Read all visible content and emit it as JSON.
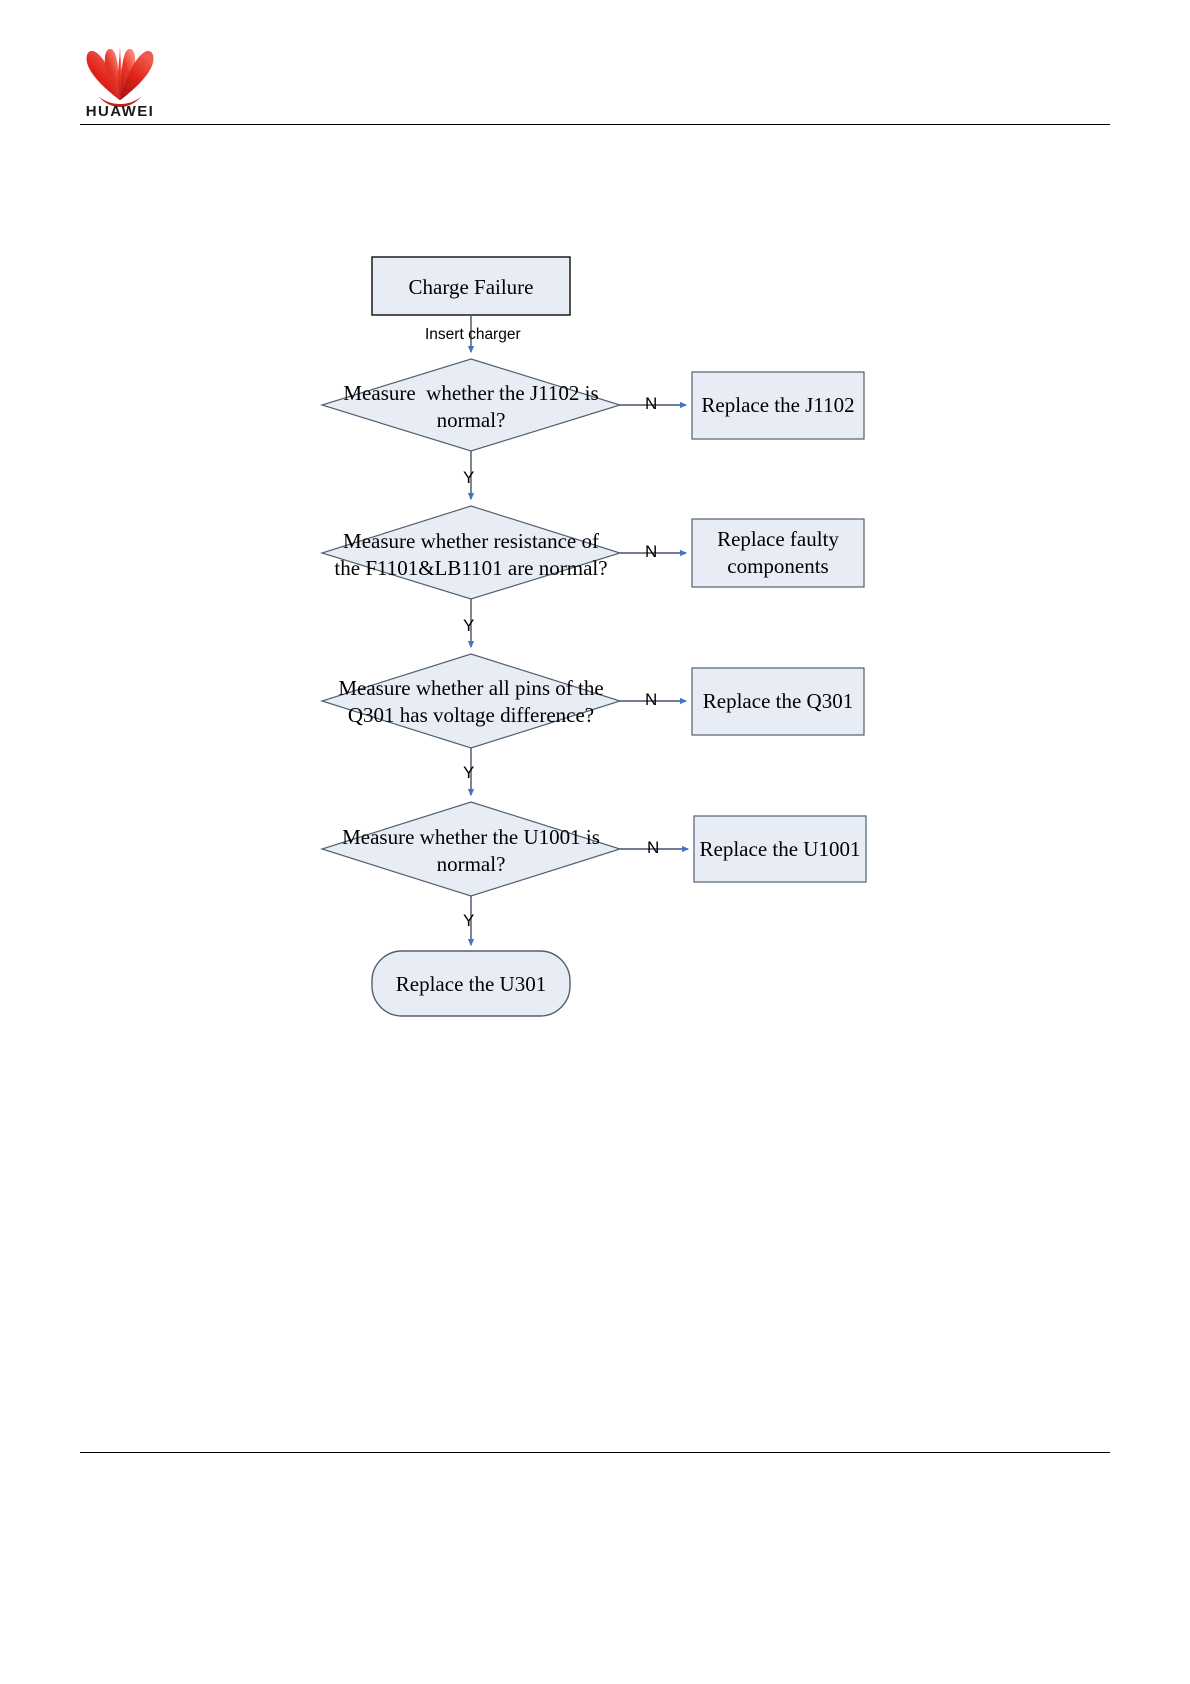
{
  "page": {
    "brand": "HUAWEI",
    "brand_color": "#E2231A",
    "background": "#FFFFFF",
    "rule_color": "#000000"
  },
  "diagram": {
    "type": "flowchart",
    "title": "Charge Failure troubleshooting flow",
    "style": {
      "node_fill": "#E8EDF5",
      "node_stroke": "#3F4A55",
      "terminator_stroke": "#000000",
      "connector_color": "#44546A",
      "arrow_color": "#4472C4",
      "text_color": "#000000"
    },
    "nodes": [
      {
        "id": "start",
        "shape": "rectangle",
        "label": "Charge Failure"
      },
      {
        "id": "d1",
        "shape": "diamond",
        "label": "Measure  whether the J1102 is\nnormal?"
      },
      {
        "id": "a1",
        "shape": "rectangle",
        "label": "Replace the J1102"
      },
      {
        "id": "d2",
        "shape": "diamond",
        "label": "Measure whether resistance of\nthe F1101&LB1101 are normal?"
      },
      {
        "id": "a2",
        "shape": "rectangle",
        "label": "Replace faulty\ncomponents"
      },
      {
        "id": "d3",
        "shape": "diamond",
        "label": "Measure whether all pins of the\nQ301 has voltage difference?"
      },
      {
        "id": "a3",
        "shape": "rectangle",
        "label": "Replace the Q301"
      },
      {
        "id": "d4",
        "shape": "diamond",
        "label": "Measure whether the U1001 is\nnormal?"
      },
      {
        "id": "a4",
        "shape": "rectangle",
        "label": "Replace the U1001"
      },
      {
        "id": "end",
        "shape": "rounded-rectangle",
        "label": "Replace the U301"
      }
    ],
    "edges": [
      {
        "from": "start",
        "to": "d1",
        "label": "Insert charger",
        "direction": "down"
      },
      {
        "from": "d1",
        "to": "a1",
        "label": "N",
        "direction": "right"
      },
      {
        "from": "d1",
        "to": "d2",
        "label": "Y",
        "direction": "down"
      },
      {
        "from": "d2",
        "to": "a2",
        "label": "N",
        "direction": "right"
      },
      {
        "from": "d2",
        "to": "d3",
        "label": "Y",
        "direction": "down"
      },
      {
        "from": "d3",
        "to": "a3",
        "label": "N",
        "direction": "right"
      },
      {
        "from": "d3",
        "to": "d4",
        "label": "Y",
        "direction": "down"
      },
      {
        "from": "d4",
        "to": "a4",
        "label": "N",
        "direction": "right"
      },
      {
        "from": "d4",
        "to": "end",
        "label": "Y",
        "direction": "down"
      }
    ]
  }
}
